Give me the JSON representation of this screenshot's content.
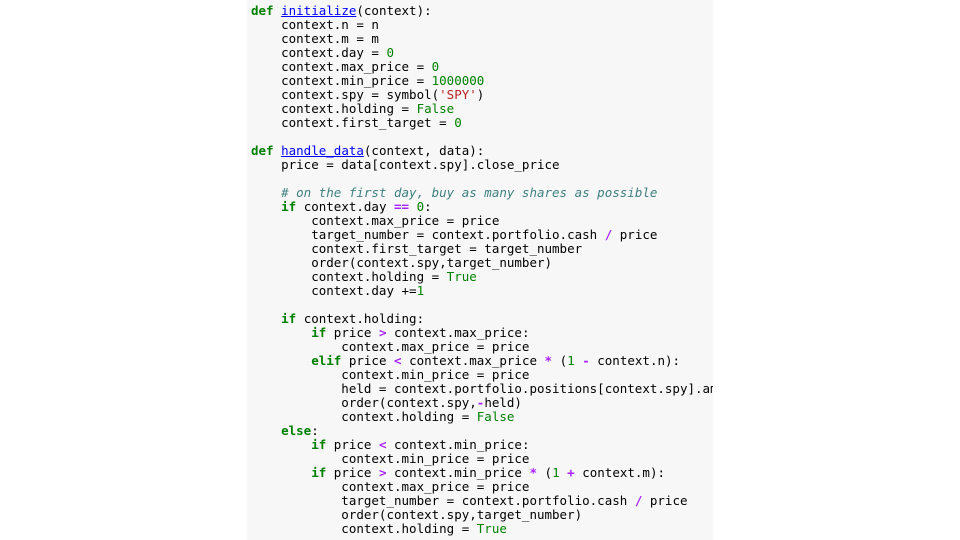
{
  "lines": [
    [
      {
        "t": "kw",
        "v": "def"
      },
      {
        "t": "text",
        "v": " "
      },
      {
        "t": "fn",
        "v": "initialize"
      },
      {
        "t": "text",
        "v": "(context):"
      }
    ],
    [
      {
        "t": "text",
        "v": "    context.n = n"
      }
    ],
    [
      {
        "t": "text",
        "v": "    context.m = m"
      }
    ],
    [
      {
        "t": "text",
        "v": "    context.day = "
      },
      {
        "t": "num",
        "v": "0"
      }
    ],
    [
      {
        "t": "text",
        "v": "    context.max_price = "
      },
      {
        "t": "num",
        "v": "0"
      }
    ],
    [
      {
        "t": "text",
        "v": "    context.min_price = "
      },
      {
        "t": "num",
        "v": "1000000"
      }
    ],
    [
      {
        "t": "text",
        "v": "    context.spy = symbol("
      },
      {
        "t": "str",
        "v": "'SPY'"
      },
      {
        "t": "text",
        "v": ")"
      }
    ],
    [
      {
        "t": "text",
        "v": "    context.holding = "
      },
      {
        "t": "const",
        "v": "False"
      }
    ],
    [
      {
        "t": "text",
        "v": "    context.first_target = "
      },
      {
        "t": "num",
        "v": "0"
      }
    ],
    [],
    [
      {
        "t": "kw",
        "v": "def"
      },
      {
        "t": "text",
        "v": " "
      },
      {
        "t": "fn",
        "v": "handle_data"
      },
      {
        "t": "text",
        "v": "(context, data):"
      }
    ],
    [
      {
        "t": "text",
        "v": "    price = data[context.spy].close_price"
      }
    ],
    [],
    [
      {
        "t": "text",
        "v": "    "
      },
      {
        "t": "comment",
        "v": "# on the first day, buy as many shares as possible"
      }
    ],
    [
      {
        "t": "text",
        "v": "    "
      },
      {
        "t": "kw",
        "v": "if"
      },
      {
        "t": "text",
        "v": " context.day "
      },
      {
        "t": "op",
        "v": "=="
      },
      {
        "t": "text",
        "v": " "
      },
      {
        "t": "num",
        "v": "0"
      },
      {
        "t": "text",
        "v": ":"
      }
    ],
    [
      {
        "t": "text",
        "v": "        context.max_price = price"
      }
    ],
    [
      {
        "t": "text",
        "v": "        target_number = context.portfolio.cash "
      },
      {
        "t": "op",
        "v": "/"
      },
      {
        "t": "text",
        "v": " price"
      }
    ],
    [
      {
        "t": "text",
        "v": "        context.first_target = target_number"
      }
    ],
    [
      {
        "t": "text",
        "v": "        order(context.spy,target_number)"
      }
    ],
    [
      {
        "t": "text",
        "v": "        context.holding = "
      },
      {
        "t": "const",
        "v": "True"
      }
    ],
    [
      {
        "t": "text",
        "v": "        context.day +="
      },
      {
        "t": "num",
        "v": "1"
      }
    ],
    [],
    [
      {
        "t": "text",
        "v": "    "
      },
      {
        "t": "kw",
        "v": "if"
      },
      {
        "t": "text",
        "v": " context.holding:"
      }
    ],
    [
      {
        "t": "text",
        "v": "        "
      },
      {
        "t": "kw",
        "v": "if"
      },
      {
        "t": "text",
        "v": " price "
      },
      {
        "t": "op",
        "v": ">"
      },
      {
        "t": "text",
        "v": " context.max_price:"
      }
    ],
    [
      {
        "t": "text",
        "v": "            context.max_price = price"
      }
    ],
    [
      {
        "t": "text",
        "v": "        "
      },
      {
        "t": "kw",
        "v": "elif"
      },
      {
        "t": "text",
        "v": " price "
      },
      {
        "t": "op",
        "v": "<"
      },
      {
        "t": "text",
        "v": " context.max_price "
      },
      {
        "t": "op",
        "v": "*"
      },
      {
        "t": "text",
        "v": " ("
      },
      {
        "t": "num",
        "v": "1"
      },
      {
        "t": "text",
        "v": " "
      },
      {
        "t": "op",
        "v": "-"
      },
      {
        "t": "text",
        "v": " context.n):"
      }
    ],
    [
      {
        "t": "text",
        "v": "            context.min_price = price"
      }
    ],
    [
      {
        "t": "text",
        "v": "            held = context.portfolio.positions[context.spy].amount"
      }
    ],
    [
      {
        "t": "text",
        "v": "            order(context.spy,"
      },
      {
        "t": "op",
        "v": "-"
      },
      {
        "t": "text",
        "v": "held)"
      }
    ],
    [
      {
        "t": "text",
        "v": "            context.holding = "
      },
      {
        "t": "const",
        "v": "False"
      }
    ],
    [
      {
        "t": "text",
        "v": "    "
      },
      {
        "t": "kw",
        "v": "else"
      },
      {
        "t": "text",
        "v": ":"
      }
    ],
    [
      {
        "t": "text",
        "v": "        "
      },
      {
        "t": "kw",
        "v": "if"
      },
      {
        "t": "text",
        "v": " price "
      },
      {
        "t": "op",
        "v": "<"
      },
      {
        "t": "text",
        "v": " context.min_price:"
      }
    ],
    [
      {
        "t": "text",
        "v": "            context.min_price = price"
      }
    ],
    [
      {
        "t": "text",
        "v": "        "
      },
      {
        "t": "kw",
        "v": "if"
      },
      {
        "t": "text",
        "v": " price "
      },
      {
        "t": "op",
        "v": ">"
      },
      {
        "t": "text",
        "v": " context.min_price "
      },
      {
        "t": "op",
        "v": "*"
      },
      {
        "t": "text",
        "v": " ("
      },
      {
        "t": "num",
        "v": "1"
      },
      {
        "t": "text",
        "v": " "
      },
      {
        "t": "op",
        "v": "+"
      },
      {
        "t": "text",
        "v": " context.m):"
      }
    ],
    [
      {
        "t": "text",
        "v": "            context.max_price = price"
      }
    ],
    [
      {
        "t": "text",
        "v": "            target_number = context.portfolio.cash "
      },
      {
        "t": "op",
        "v": "/"
      },
      {
        "t": "text",
        "v": " price"
      }
    ],
    [
      {
        "t": "text",
        "v": "            order(context.spy,target_number)"
      }
    ],
    [
      {
        "t": "text",
        "v": "            context.holding = "
      },
      {
        "t": "const",
        "v": "True"
      }
    ]
  ]
}
